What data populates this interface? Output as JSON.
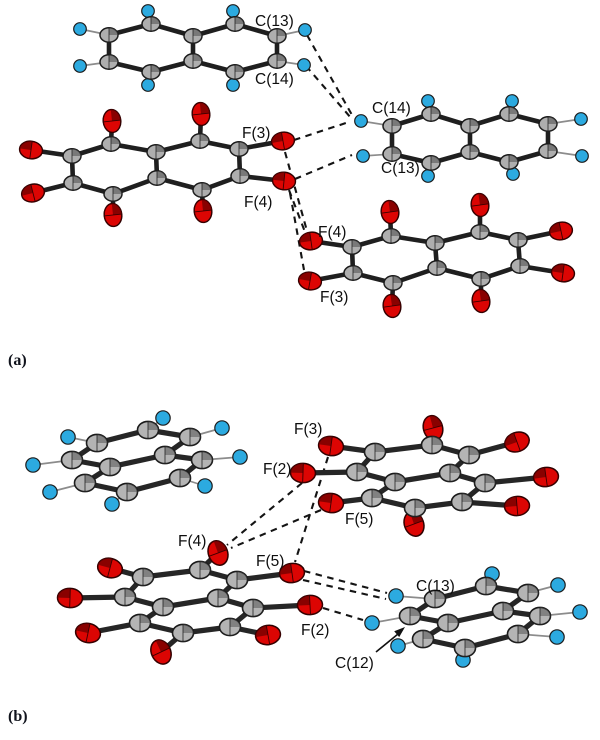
{
  "figure": {
    "panels": {
      "a": {
        "letter": "(a)",
        "labels": {
          "naph_top_c13": "C(13)",
          "naph_top_c14": "C(14)",
          "naph_right_c14": "C(14)",
          "naph_right_c13": "C(13)",
          "quinone_left_f3": "F(3)",
          "quinone_left_f4": "F(4)",
          "quinone_right_f4": "F(4)",
          "quinone_right_f3": "F(3)"
        }
      },
      "b": {
        "letter": "(b)",
        "labels": {
          "quinone_top_f3": "F(3)",
          "quinone_top_f2": "F(2)",
          "quinone_top_f5": "F(5)",
          "quinone_bottom_f4": "F(4)",
          "quinone_bottom_f5": "F(5)",
          "quinone_bottom_f2": "F(2)",
          "naph_bottom_c13": "C(13)",
          "naph_bottom_c12": "C(12)"
        }
      }
    },
    "colors": {
      "carbon": "#aeaeae",
      "hydrogen": "#2caae0",
      "fluorine_oxygen": "#dc0503",
      "bond": "#1f1f1f",
      "contact_dash": "#141414",
      "background": "#ffffff"
    }
  }
}
